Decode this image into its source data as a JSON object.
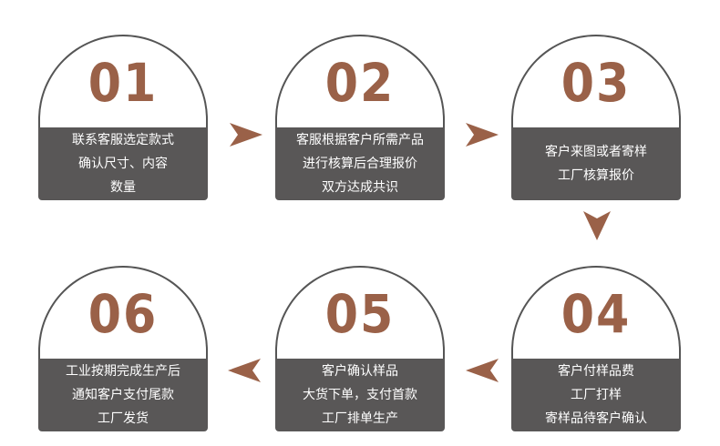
{
  "steps": [
    {
      "number": "01",
      "lines": [
        "联系客服选定款式",
        "确认尺寸、内容",
        "数量"
      ]
    },
    {
      "number": "02",
      "lines": [
        "客服根据客户所需产品",
        "进行核算后合理报价",
        "双方达成共识"
      ]
    },
    {
      "number": "03",
      "lines": [
        "客户来图或者寄样",
        "工厂核算报价"
      ]
    },
    {
      "number": "04",
      "lines": [
        "客户付样品费",
        "工厂打样",
        "寄样品待客户确认"
      ]
    },
    {
      "number": "05",
      "lines": [
        "客户确认样品",
        "大货下单，支付首款",
        "工厂排单生产"
      ]
    },
    {
      "number": "06",
      "lines": [
        "工业按期完成生产后",
        "通知客户支付尾款",
        "工厂发货"
      ]
    }
  ],
  "colors": {
    "number": "#9a6148",
    "box": "#595757",
    "arrow": "#9a6148",
    "outline": "#555555"
  },
  "arrows": [
    {
      "from": "01",
      "to": "02",
      "direction": "right"
    },
    {
      "from": "02",
      "to": "03",
      "direction": "right"
    },
    {
      "from": "03",
      "to": "04",
      "direction": "down"
    },
    {
      "from": "04",
      "to": "05",
      "direction": "left"
    },
    {
      "from": "05",
      "to": "06",
      "direction": "left"
    }
  ]
}
